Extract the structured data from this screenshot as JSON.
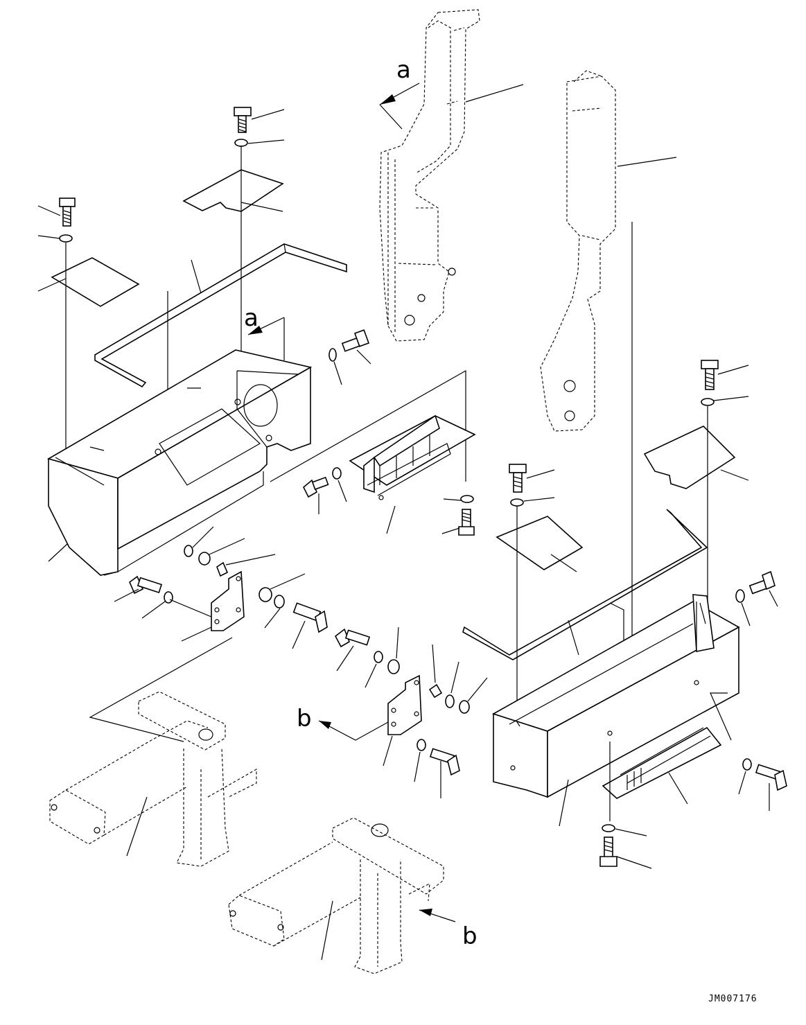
{
  "callouts": {
    "a_upper": "a",
    "a_lower": "a",
    "b_left": "b",
    "b_lower": "b"
  },
  "drawing_code": "JM007176",
  "icons": {
    "bolt": "bolt-icon",
    "washer": "washer-icon",
    "arrow": "arrow-icon"
  },
  "colors": {
    "line": "#000000",
    "background": "#ffffff"
  }
}
